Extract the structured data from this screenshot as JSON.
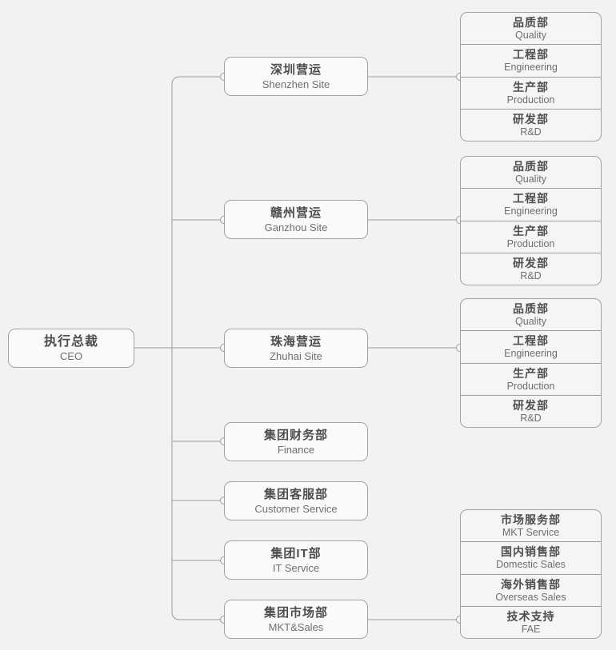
{
  "colors": {
    "background": "#f2f3f1",
    "node_fill": "#fafbf9",
    "node_border": "#a2a2a2",
    "connector_line": "#9b9b9b",
    "title_text": "#4d4d4d",
    "subtitle_text": "#6e6e6e"
  },
  "ceo": {
    "zh": "执行总裁",
    "en": "CEO"
  },
  "level2": [
    {
      "zh": "深圳营运",
      "en": "Shenzhen Site"
    },
    {
      "zh": "赣州营运",
      "en": "Ganzhou Site"
    },
    {
      "zh": "珠海营运",
      "en": "Zhuhai Site"
    },
    {
      "zh": "集团财务部",
      "en": "Finance"
    },
    {
      "zh": "集团客服部",
      "en": "Customer Service"
    },
    {
      "zh": "集团IT部",
      "en": "IT Service"
    },
    {
      "zh": "集团市场部",
      "en": "MKT&Sales"
    }
  ],
  "site_departments": [
    {
      "zh": "品质部",
      "en": "Quality"
    },
    {
      "zh": "工程部",
      "en": "Engineering"
    },
    {
      "zh": "生产部",
      "en": "Production"
    },
    {
      "zh": "研发部",
      "en": "R&D"
    }
  ],
  "marketing_departments": [
    {
      "zh": "市场服务部",
      "en": "MKT Service"
    },
    {
      "zh": "国内销售部",
      "en": "Domestic Sales"
    },
    {
      "zh": "海外销售部",
      "en": "Overseas Sales"
    },
    {
      "zh": "技术支持",
      "en": "FAE"
    }
  ]
}
